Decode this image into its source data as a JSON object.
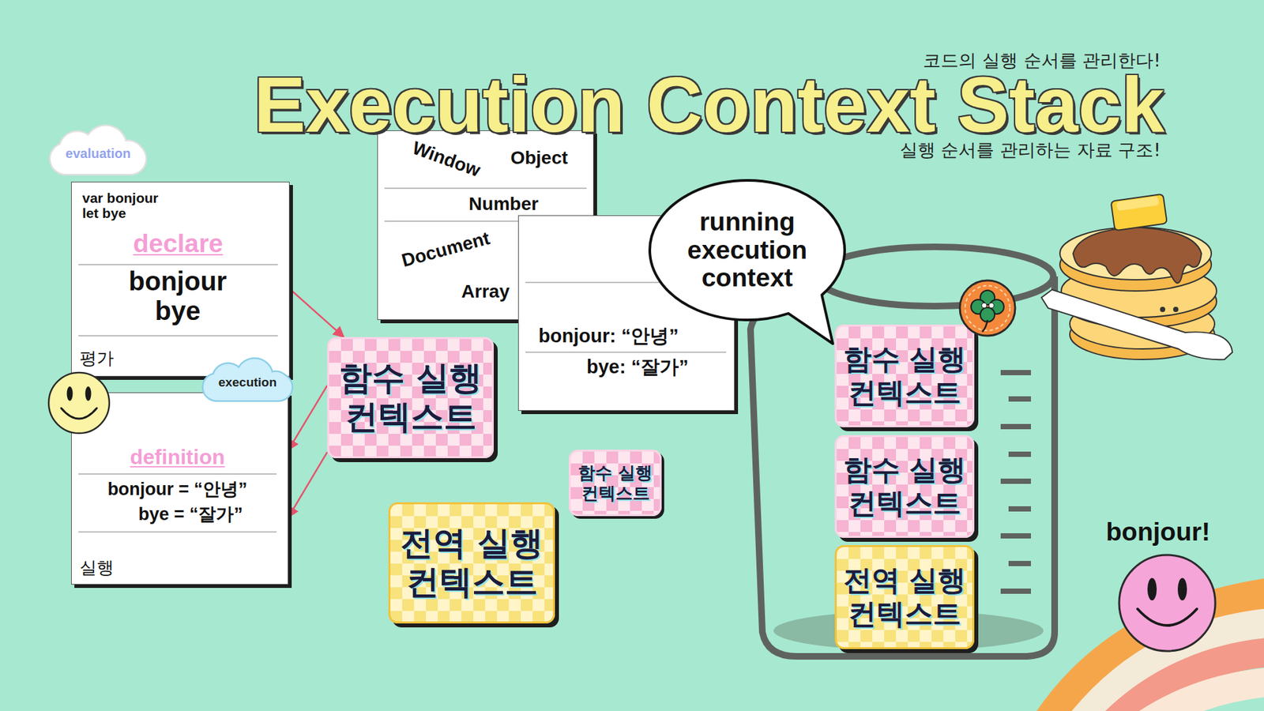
{
  "diagram": {
    "title": "Execution Context Stack",
    "nodes": [
      {
        "text": [
          "evaluation"
        ]
      },
      {
        "text": [
          "var bonjour let bye",
          "declare",
          "bonjour bye",
          "평가"
        ]
      },
      {
        "text": [
          "execution"
        ]
      },
      {
        "text": [
          "definition",
          "bonjour = “안녕”",
          "bye = “잘가”",
          "실행"
        ]
      },
      {
        "text": [
          "Window",
          "Object",
          "Number",
          "Document",
          "Array"
        ]
      },
      {
        "text": [
          "bonjour: “안녕”",
          "bye: “잘가”"
        ]
      },
      {
        "text": [
          "running execution context"
        ]
      },
      {
        "text": [
          "함수 실행 컨텍스트"
        ]
      },
      {
        "text": [
          "함수 실행 컨텍스트"
        ]
      },
      {
        "text": [
          "전역 실행 컨텍스트"
        ]
      },
      {
        "text": [
          "함수 실행 컨텍스트"
        ]
      },
      {
        "text": [
          "함수 실행 컨텍스트"
        ]
      },
      {
        "text": [
          "전역 실행 컨텍스트"
        ]
      }
    ],
    "edges": [
      {
        "from": 1,
        "to": 7,
        "arrow": "to"
      },
      {
        "from": 7,
        "to": 3,
        "arrow": "to"
      },
      {
        "from": 7,
        "to": 3,
        "arrow": "to"
      }
    ],
    "labels": [
      "코드의 실행 순서를 관리한다!",
      "실행 순서를 관리하는 자료 구조!",
      "bonjour!"
    ]
  }
}
